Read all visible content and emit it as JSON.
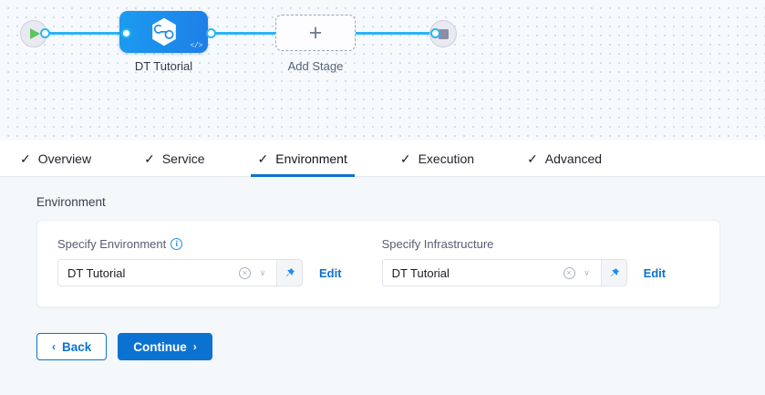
{
  "canvas": {
    "start_node": {
      "icon": "play-icon"
    },
    "end_node": {
      "icon": "stop-icon"
    },
    "stage": {
      "label": "DT Tutorial",
      "icon": "harness-hexagon-icon",
      "badge_icon": "code-icon",
      "badge_text": "</>"
    },
    "add_stage": {
      "label": "Add Stage",
      "plus": "+"
    }
  },
  "tabs": [
    {
      "label": "Overview",
      "check": "✓",
      "active": false
    },
    {
      "label": "Service",
      "check": "✓",
      "active": false
    },
    {
      "label": "Environment",
      "check": "✓",
      "active": true
    },
    {
      "label": "Execution",
      "check": "✓",
      "active": false
    },
    {
      "label": "Advanced",
      "check": "✓",
      "active": false
    }
  ],
  "body": {
    "section_title": "Environment",
    "fields": [
      {
        "label": "Specify Environment",
        "has_info_icon": true,
        "info_glyph": "i",
        "value": "DT Tutorial",
        "clear_glyph": "×",
        "chevron_glyph": "∨",
        "pin_icon": "pin-icon",
        "edit_label": "Edit"
      },
      {
        "label": "Specify Infrastructure",
        "has_info_icon": false,
        "info_glyph": "",
        "value": "DT Tutorial",
        "clear_glyph": "×",
        "chevron_glyph": "∨",
        "pin_icon": "pin-icon",
        "edit_label": "Edit"
      }
    ]
  },
  "footer": {
    "back_label": "Back",
    "back_arrow": "‹",
    "continue_label": "Continue",
    "continue_arrow": "›"
  },
  "colors": {
    "accent_blue": "#0b72d1",
    "connector_blue": "#29b5f6",
    "stage_blue": "#1b9cf0",
    "canvas_bg": "#f6fafd",
    "body_bg": "#f4f8fb",
    "play_green": "#5ec45e"
  }
}
